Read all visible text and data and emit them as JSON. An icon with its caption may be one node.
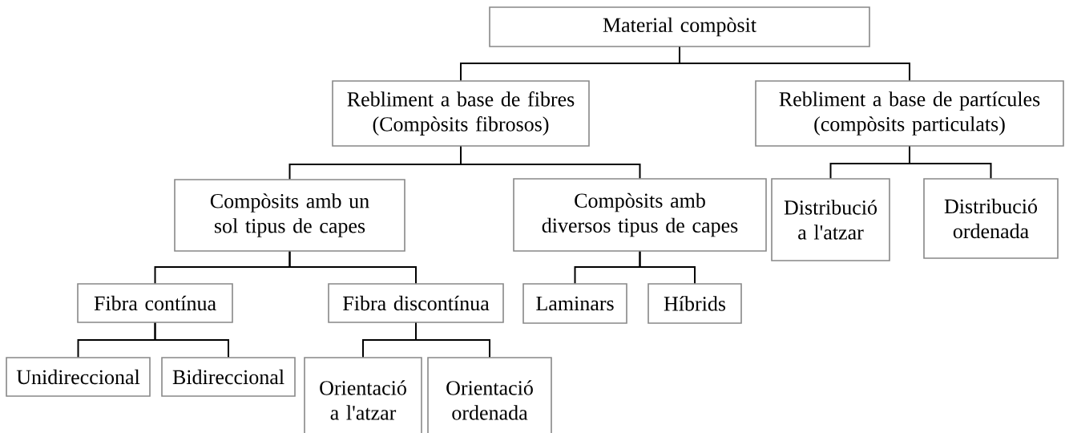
{
  "diagram": {
    "nodes": [
      {
        "text": [
          "Material compòsit"
        ]
      },
      {
        "text": [
          "Rebliment a base de fibres (Compòsits fibrosos)"
        ]
      },
      {
        "text": [
          "Rebliment a base de partícules (compòsits particulats)"
        ]
      },
      {
        "text": [
          "Compòsits amb un sol tipus de capes"
        ]
      },
      {
        "text": [
          "Compòsits amb diversos tipus de capes"
        ]
      },
      {
        "text": [
          "Distribució a l'atzar"
        ]
      },
      {
        "text": [
          "Distribució ordenada"
        ]
      },
      {
        "text": [
          "Fibra contínua"
        ]
      },
      {
        "text": [
          "Fibra discontínua"
        ]
      },
      {
        "text": [
          "Laminars"
        ]
      },
      {
        "text": [
          "Híbrids"
        ]
      },
      {
        "text": [
          "Unidireccional"
        ]
      },
      {
        "text": [
          "Bidireccional"
        ]
      },
      {
        "text": [
          "Orientació a l'atzar"
        ]
      },
      {
        "text": [
          "Orientació ordenada"
        ]
      }
    ],
    "edges": [
      {
        "from": 0,
        "to": 1,
        "arrow": "none"
      },
      {
        "from": 0,
        "to": 2,
        "arrow": "none"
      },
      {
        "from": 1,
        "to": 3,
        "arrow": "none"
      },
      {
        "from": 1,
        "to": 4,
        "arrow": "none"
      },
      {
        "from": 2,
        "to": 5,
        "arrow": "none"
      },
      {
        "from": 2,
        "to": 6,
        "arrow": "none"
      },
      {
        "from": 3,
        "to": 7,
        "arrow": "none"
      },
      {
        "from": 3,
        "to": 8,
        "arrow": "none"
      },
      {
        "from": 4,
        "to": 9,
        "arrow": "none"
      },
      {
        "from": 4,
        "to": 10,
        "arrow": "none"
      },
      {
        "from": 7,
        "to": 11,
        "arrow": "none"
      },
      {
        "from": 7,
        "to": 12,
        "arrow": "none"
      },
      {
        "from": 8,
        "to": 13,
        "arrow": "none"
      },
      {
        "from": 8,
        "to": 14,
        "arrow": "none"
      }
    ]
  }
}
